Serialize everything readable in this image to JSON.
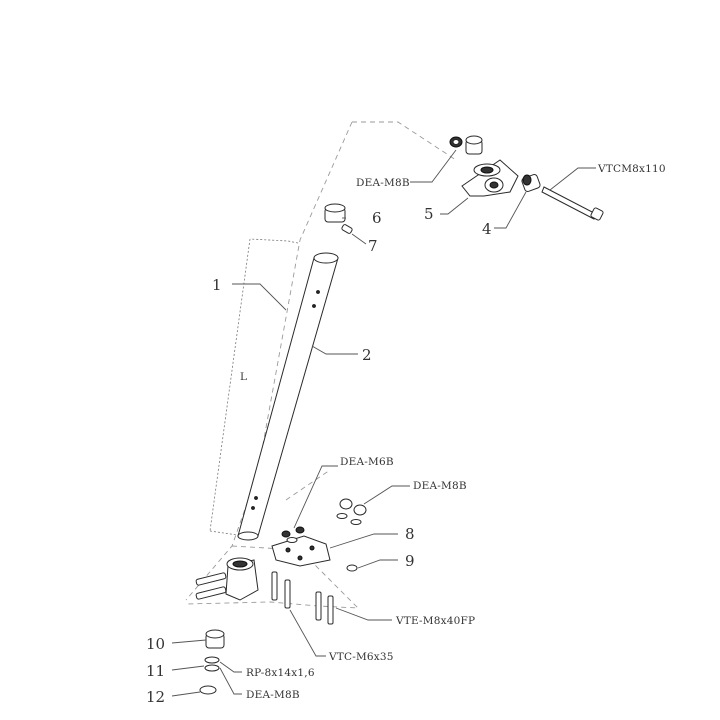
{
  "parts": {
    "p1": "1",
    "p2": "2",
    "p4": "4",
    "p5": "5",
    "p6": "6",
    "p7": "7",
    "p8": "8",
    "p9": "9",
    "p10": "10",
    "p11": "11",
    "p12": "12"
  },
  "codes": {
    "dea_m8b_top": "DEA-M8B",
    "vtcm8x110": "VTCM8x110",
    "dea_m6b": "DEA-M6B",
    "dea_m8b_mid": "DEA-M8B",
    "vte_m8x40fp": "VTE-M8x40FP",
    "vtc_m6x35": "VTC-M6x35",
    "rp_8x14x16": "RP-8x14x1,6",
    "dea_m8b_bottom": "DEA-M8B"
  },
  "dimension": {
    "length_label": "L"
  }
}
